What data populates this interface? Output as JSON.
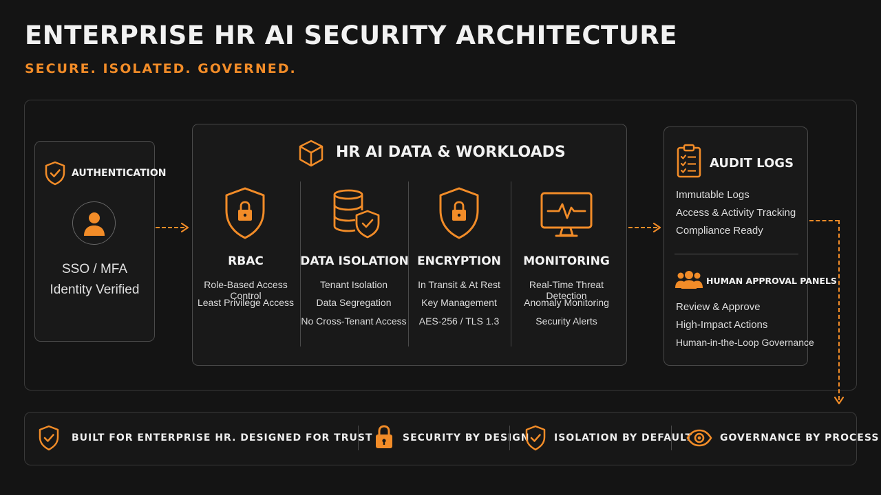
{
  "header": {
    "title": "ENTERPRISE HR AI SECURITY ARCHITECTURE",
    "subtitle": "SECURE. ISOLATED. GOVERNED."
  },
  "authentication": {
    "title": "AUTHENTICATION",
    "line1": "SSO / MFA",
    "line2": "Identity Verified",
    "icons": [
      "shield-check-icon",
      "user-avatar-icon"
    ]
  },
  "workloads": {
    "title": "HR AI DATA & WORKLOADS",
    "icon": "cube-icon",
    "columns": [
      {
        "title": "RBAC",
        "icon": "shield-lock-icon",
        "lines": [
          "Role-Based Access Control",
          "Least Privilege Access"
        ]
      },
      {
        "title": "DATA ISOLATION",
        "icon": "database-shield-icon",
        "lines": [
          "Tenant Isolation",
          "Data Segregation",
          "No Cross-Tenant Access"
        ]
      },
      {
        "title": "ENCRYPTION",
        "icon": "shield-lock-icon",
        "lines": [
          "In Transit & At Rest",
          "Key Management",
          "AES-256 / TLS 1.3"
        ]
      },
      {
        "title": "MONITORING",
        "icon": "monitor-pulse-icon",
        "lines": [
          "Real-Time Threat Detection",
          "Anomaly Monitoring",
          "Security Alerts"
        ]
      }
    ]
  },
  "audit": {
    "title": "AUDIT LOGS",
    "icon": "clipboard-checklist-icon",
    "lines": [
      "Immutable Logs",
      "Access & Activity Tracking",
      "Compliance Ready"
    ]
  },
  "approval": {
    "title": "HUMAN APPROVAL PANELS",
    "icon": "user-group-icon",
    "lines": [
      "Review & Approve",
      "High-Impact Actions",
      "Human-in-the-Loop Governance"
    ]
  },
  "footer": {
    "items": [
      {
        "label": "BUILT FOR ENTERPRISE HR. DESIGNED FOR TRUST",
        "icon": "shield-check-icon"
      },
      {
        "label": "SECURITY BY DESIGN",
        "icon": "padlock-icon"
      },
      {
        "label": "ISOLATION BY DEFAULT",
        "icon": "shield-check-icon"
      },
      {
        "label": "GOVERNANCE BY PROCESS",
        "icon": "eye-icon"
      }
    ]
  },
  "colors": {
    "accent": "#f28c28",
    "background": "#141414",
    "panel_border": "#4a4a4a",
    "text": "#e6e6e6"
  }
}
